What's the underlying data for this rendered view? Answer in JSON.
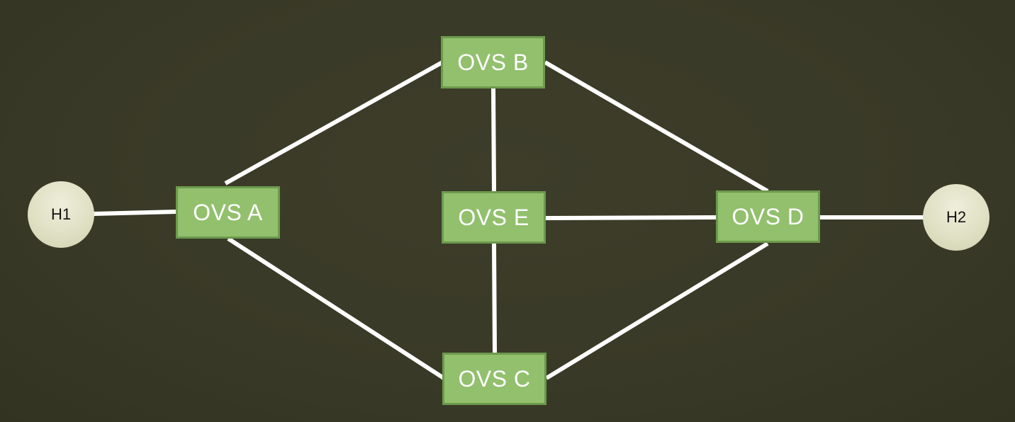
{
  "diagram": {
    "nodes": {
      "ovs_a": {
        "label": "OVS A"
      },
      "ovs_b": {
        "label": "OVS B"
      },
      "ovs_c": {
        "label": "OVS C"
      },
      "ovs_d": {
        "label": "OVS D"
      },
      "ovs_e": {
        "label": "OVS E"
      },
      "h1": {
        "label": "H1"
      },
      "h2": {
        "label": "H2"
      }
    },
    "links": [
      [
        "h1",
        "ovs_a"
      ],
      [
        "ovs_a",
        "ovs_b"
      ],
      [
        "ovs_a",
        "ovs_c"
      ],
      [
        "ovs_b",
        "ovs_e"
      ],
      [
        "ovs_b",
        "ovs_d"
      ],
      [
        "ovs_e",
        "ovs_c"
      ],
      [
        "ovs_e",
        "ovs_d"
      ],
      [
        "ovs_c",
        "ovs_d"
      ],
      [
        "ovs_d",
        "h2"
      ]
    ],
    "colors": {
      "background": "#3a3a28",
      "switch_fill": "#92c06d",
      "switch_border": "#6c9a4d",
      "host_fill": "#e0e0c4",
      "link": "#ffffff"
    }
  }
}
